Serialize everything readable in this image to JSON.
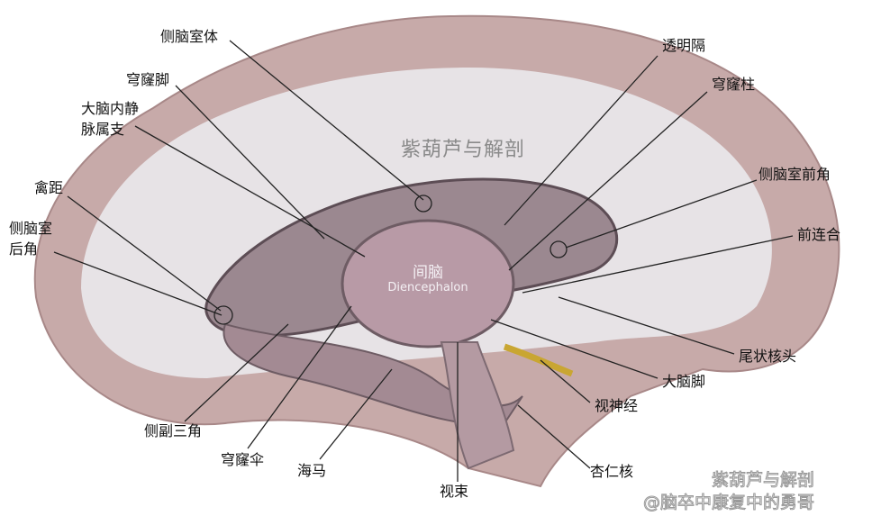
{
  "labels": {
    "lateral_ventricle_body": "侧脑室体",
    "fornix_crus": "穹窿脚",
    "internal_cerebral_vein_line1": "大脑内静",
    "internal_cerebral_vein_line2": "脉属支",
    "calcar_avis": "禽距",
    "posterior_horn_line1": "侧脑室",
    "posterior_horn_line2": "后角",
    "septum_pellucidum": "透明隔",
    "fornix_column": "穹窿柱",
    "anterior_horn": "侧脑室前角",
    "anterior_commissure": "前连合",
    "caudate_head": "尾状核头",
    "cerebral_peduncle": "大脑脚",
    "optic_nerve": "视神经",
    "amygdala": "杏仁核",
    "optic_tract": "视束",
    "hippocampus": "海马",
    "fimbria": "穹窿伞",
    "collateral_trigone": "侧副三角"
  },
  "center": {
    "title": "间脑",
    "subtitle": "Diencephalon"
  },
  "watermark": {
    "center": "紫葫芦与解剖",
    "corner_brand": "紫葫芦与解剖",
    "corner_user": "@脑卒中康复中的勇哥"
  },
  "colors": {
    "cortex": "#c7aaa9",
    "white_matter": "#e7e3e6",
    "ventricle": "#7d6a72",
    "diencephalon": "#b89aa6",
    "nerve": "#c9a632"
  }
}
